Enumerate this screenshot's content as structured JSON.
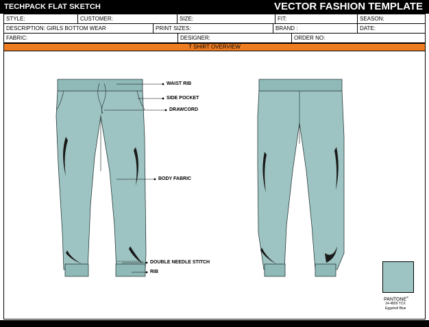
{
  "header": {
    "left_title": "TECHPACK FLAT SKETCH",
    "right_title": "VECTOR FASHION TEMPLATE"
  },
  "info_rows": {
    "style": "STYLE:",
    "customer": "CUSTOMER:",
    "size": "SIZE:",
    "fit": "FIT:",
    "season": "SEASON:",
    "description": "DESCRIPTION: GIRLS BOTTOM WEAR",
    "print_sizes": "PRINT SIZES:",
    "brand": "BRAND :",
    "date": "DATE:",
    "fabric": "FABRIC:",
    "designer": "DESIGNER:",
    "order_no": "ORDER NO:"
  },
  "overview_title": "T SHIRT OVERVIEW",
  "callouts": {
    "waist_rib": "WAIST RIB",
    "side_pocket": "SIDE POCKET",
    "drawcord": "DRAWCORD",
    "body_fabric": "BODY FABRIC",
    "double_needle": "DOUBLE NEEDLE STITCH",
    "rib": "RIB"
  },
  "swatch": {
    "brand": "PANTONE",
    "registered": "®",
    "code": "14-4809 TCX",
    "name": "Eggshell Blue",
    "color": "#9dc4c2"
  },
  "colors": {
    "accent_bar": "#ee7d22",
    "garment_fill": "#9dc4c2",
    "rib_fill": "#8fbab8"
  }
}
